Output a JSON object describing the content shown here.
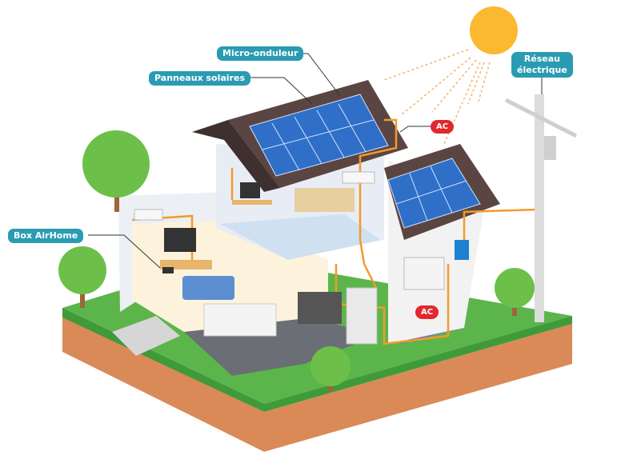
{
  "labels": {
    "micro_inverter": "Micro-onduleur",
    "solar_panels": "Panneaux solaires",
    "grid_line1": "Réseau",
    "grid_line2": "électrique",
    "ac_top": "AC",
    "ac_bottom": "AC",
    "box": "Box AirHome"
  },
  "colors": {
    "label_bg": "#2a9bb3",
    "ac_badge": "#e0282e",
    "wire": "#f39a2b",
    "panel": "#2f6fc7",
    "roof": "#5a4542",
    "grass": "#5cb54a",
    "soil": "#d98a57",
    "sun": "#fbb931"
  }
}
